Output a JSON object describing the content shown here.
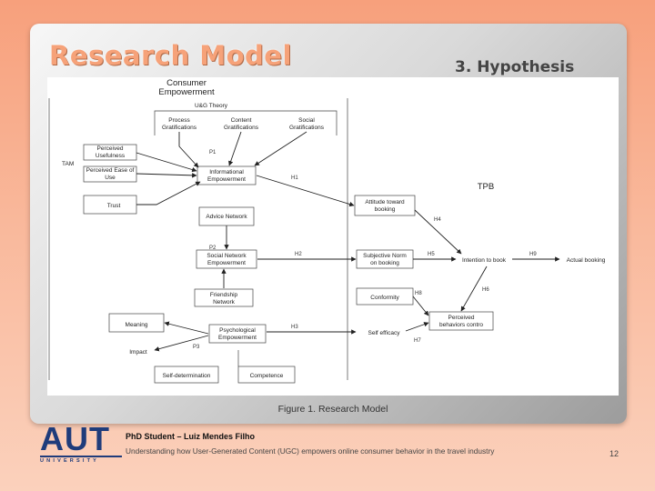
{
  "slide": {
    "title": "Research Model",
    "section": "3. Hypothesis"
  },
  "figure": {
    "caption": "Figure 1. Research Model",
    "left_header": "Consumer Empowerment",
    "right_header": "TPB",
    "boxes": {
      "ug_theory": "U&G Theory",
      "process_grat": "Process Gratifications",
      "content_grat": "Content Gratifications",
      "social_grat": "Social Gratifications",
      "perc_usefulness": "Perceived Usefulness",
      "tam": "TAM",
      "perc_ease": "Perceived Ease of Use",
      "informational_emp": "Informational Empowerment",
      "trust": "Trust",
      "advice_network": "Advice Network",
      "social_network_emp": "Social Network Empowerment",
      "friendship_network": "Friendship Network",
      "meaning": "Meaning",
      "psychological_emp": "Psychological Empowerment",
      "impact": "Impact",
      "self_determination": "Self-determination",
      "competence": "Competence",
      "attitude": "Attitude toward booking",
      "subjective_norm": "Subjective Norm on booking",
      "intention": "Intention to book",
      "actual_booking": "Actual booking",
      "conformity": "Conformity",
      "perceived_control": "Perceived behaviors contro",
      "self_efficacy": "Self efficacy"
    },
    "labels": {
      "p1": "P1",
      "p2": "P2",
      "p3": "P3",
      "h1": "H1",
      "h2": "H2",
      "h3": "H3",
      "h4": "H4",
      "h5": "H5",
      "h6": "H6",
      "h7": "H7",
      "h8": "H8",
      "h9": "H9"
    }
  },
  "footer": {
    "logo_main": "AUT",
    "logo_sub": "UNIVERSITY",
    "student": "PhD Student – Luiz Mendes Filho",
    "subtitle": "Understanding how User-Generated Content (UGC) empowers online consumer behavior in the travel industry",
    "page_number": "12"
  }
}
